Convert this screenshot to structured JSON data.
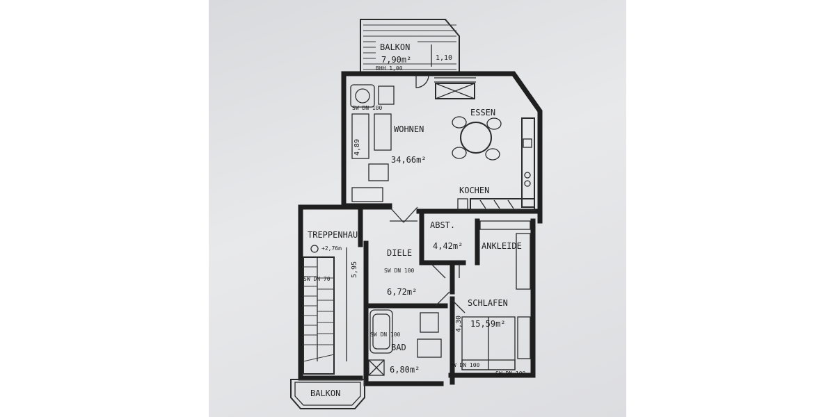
{
  "plan": {
    "balkon_top": "BALKON",
    "balkon_top_area": "7,90m²",
    "balkon_top_dim": "1,10",
    "balkon_top_note": "BHH 1,00",
    "wohnen": "WOHNEN",
    "wohnen_area": "34,66m²",
    "wohnen_dim": "4,89",
    "wohnen_sw": "SW DN 100",
    "essen": "ESSEN",
    "kochen": "KOCHEN",
    "treppenhaus": "TREPPENHAUS",
    "treppenhaus_level": "+2,76m",
    "treppenhaus_sw": "SW DN 70",
    "treppenhaus_dim": "5,95",
    "abst": "ABST.",
    "abst_area": "4,42m²",
    "ankleide": "ANKLEIDE",
    "diele": "DIELE",
    "diele_sw": "SW DN 100",
    "diele_area": "6,72m²",
    "schlafen": "SCHLAFEN",
    "schlafen_area": "15,59m²",
    "schlafen_dim": "4,30",
    "schlafen_sw": "SW DN 100",
    "schlafen_sw2": "SW DN 100",
    "bad": "BAD",
    "bad_sw": "SW DN 100",
    "bad_area": "6,80m²",
    "balkon_bottom": "BALKON"
  }
}
